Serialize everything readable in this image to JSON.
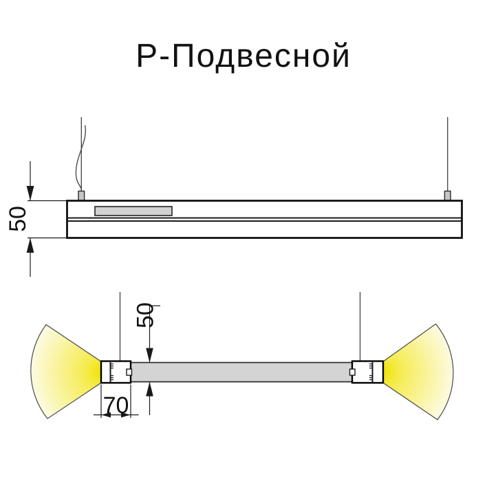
{
  "title": "Р-Подвесной",
  "drawing": {
    "side_view": {
      "height_dimension": "50"
    },
    "end_view": {
      "height_dimension": "50",
      "endcap_dimension": "70"
    }
  },
  "colors": {
    "line": "#1a1a1a",
    "body_fill": "#ffffff",
    "bar_fill": "#d4d4d4",
    "driver_fill": "#d2d2d2",
    "gland_fill": "#c6c6c6",
    "beam_core": "#f0e306",
    "beam_mid": "#f6ec55",
    "beam_edge": "#fdfbe9"
  }
}
